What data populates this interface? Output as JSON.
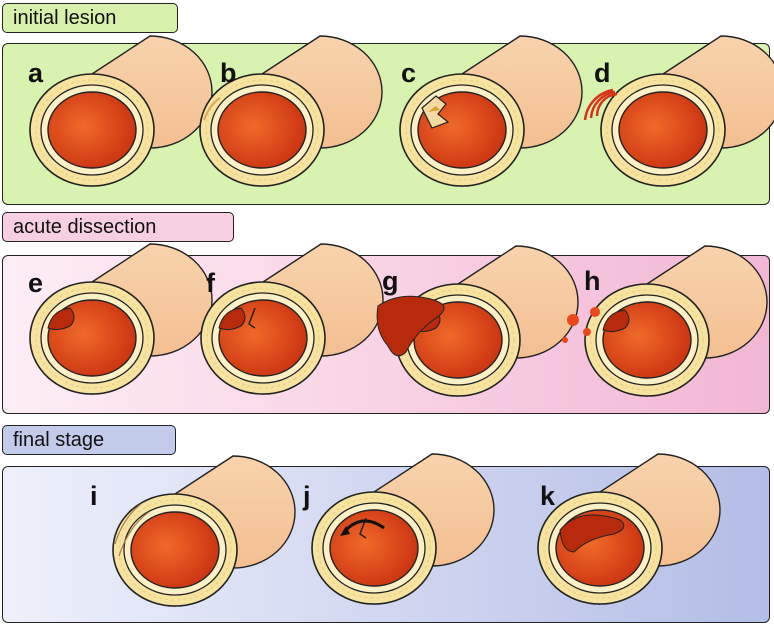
{
  "sections": {
    "initial": {
      "label": "initial lesion"
    },
    "acute": {
      "label": "acute dissection"
    },
    "final": {
      "label": "final stage"
    }
  },
  "stages": [
    {
      "letter": "a"
    },
    {
      "letter": "b"
    },
    {
      "letter": "c"
    },
    {
      "letter": "d"
    },
    {
      "letter": "e"
    },
    {
      "letter": "f"
    },
    {
      "letter": "g"
    },
    {
      "letter": "h"
    },
    {
      "letter": "i"
    },
    {
      "letter": "j"
    },
    {
      "letter": "k"
    }
  ],
  "colors": {
    "outer_tube": "#f6c79a",
    "media": "#f6e3a0",
    "intima": "#fbf0c6",
    "lumen": "#e04a1c",
    "blood": "#b82a0c",
    "outline": "#222222",
    "initial_bg": "#d8f2af",
    "acute_bg": "#f7cde2",
    "final_bg": "#c3cbea"
  }
}
